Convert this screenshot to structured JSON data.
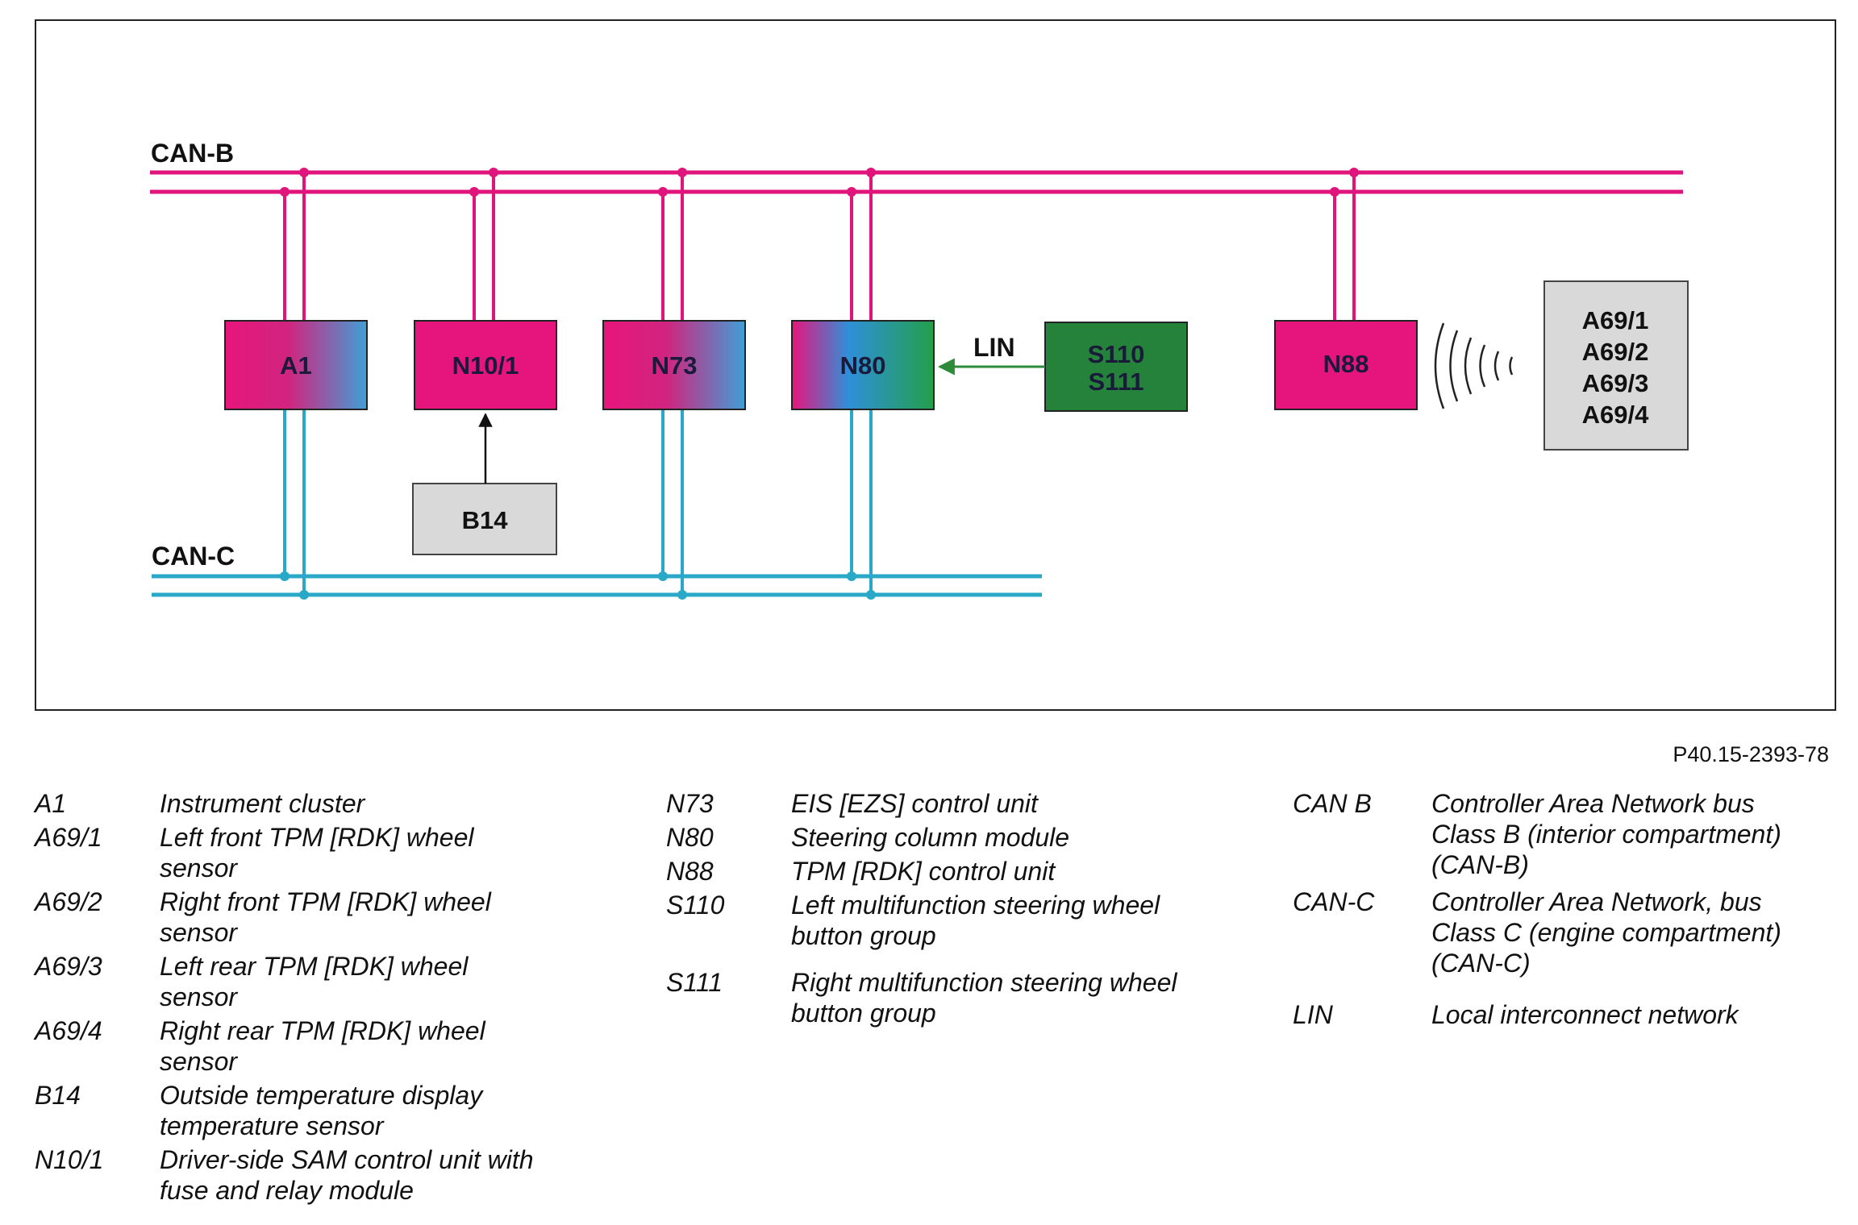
{
  "diagram": {
    "bus_b_label": "CAN-B",
    "bus_c_label": "CAN-C",
    "lin_label": "LIN",
    "colors": {
      "can_b": "#e0157c",
      "can_c": "#2aa8c8",
      "lin": "#2e8b3a",
      "s_module": "#24823a",
      "sensor_box": "#d9d9d9"
    },
    "modules": [
      {
        "id": "A1",
        "label": "A1",
        "fill": "pink-blue"
      },
      {
        "id": "N10/1",
        "label": "N10/1",
        "fill": "pink"
      },
      {
        "id": "N73",
        "label": "N73",
        "fill": "pink-blue"
      },
      {
        "id": "N80",
        "label": "N80",
        "fill": "pink-blue-green"
      },
      {
        "id": "S110/S111",
        "lines": [
          "S110",
          "S111"
        ],
        "fill": "green"
      },
      {
        "id": "N88",
        "label": "N88",
        "fill": "pink"
      },
      {
        "id": "B14",
        "label": "B14",
        "fill": "grey"
      },
      {
        "id": "A69",
        "lines": [
          "A69/1",
          "A69/2",
          "A69/3",
          "A69/4"
        ],
        "fill": "grey"
      }
    ]
  },
  "figure_id": "P40.15-2393-78",
  "legend": {
    "col1": [
      {
        "code": "A1",
        "desc": [
          "Instrument cluster"
        ]
      },
      {
        "code": "A69/1",
        "desc": [
          "Left front TPM [RDK] wheel",
          "sensor"
        ]
      },
      {
        "code": "A69/2",
        "desc": [
          "Right front TPM [RDK] wheel",
          "sensor"
        ]
      },
      {
        "code": "A69/3",
        "desc": [
          "Left rear TPM [RDK] wheel",
          "sensor"
        ]
      },
      {
        "code": "A69/4",
        "desc": [
          "Right rear TPM [RDK] wheel",
          "sensor"
        ]
      },
      {
        "code": "B14",
        "desc": [
          "Outside temperature display",
          "temperature sensor"
        ]
      },
      {
        "code": "N10/1",
        "desc": [
          "Driver-side SAM control unit with",
          "fuse and relay module"
        ]
      }
    ],
    "col2": [
      {
        "code": "N73",
        "desc": [
          "EIS [EZS] control unit"
        ]
      },
      {
        "code": "N80",
        "desc": [
          "Steering column module"
        ]
      },
      {
        "code": "N88",
        "desc": [
          "TPM [RDK] control unit"
        ]
      },
      {
        "code": "S110",
        "desc": [
          "Left multifunction steering wheel",
          "button group"
        ]
      },
      {
        "code": "S111",
        "desc": [
          "Right multifunction steering wheel",
          "button group"
        ]
      }
    ],
    "col3": [
      {
        "code": "CAN B",
        "desc": [
          "Controller Area Network bus",
          "Class B (interior compartment)",
          "(CAN-B)"
        ]
      },
      {
        "code": "CAN-C",
        "desc": [
          "Controller Area Network, bus",
          "Class C (engine compartment)",
          "(CAN-C)"
        ]
      },
      {
        "code": "LIN",
        "desc": [
          "Local interconnect network"
        ]
      }
    ]
  }
}
